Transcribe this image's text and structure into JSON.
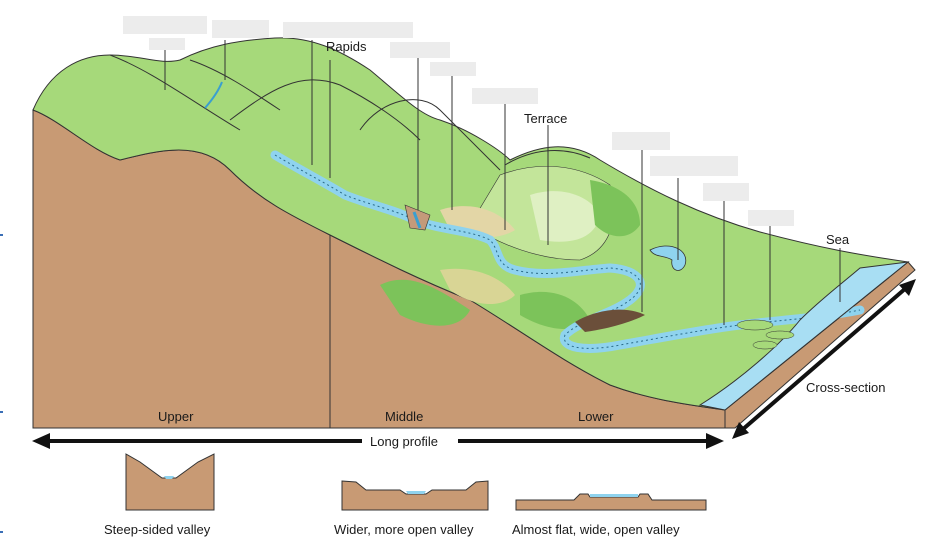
{
  "labels": {
    "rapids": "Rapids",
    "terrace": "Terrace",
    "sea": "Sea",
    "cross_section": "Cross-section",
    "long_profile": "Long profile"
  },
  "stages": {
    "upper": "Upper",
    "middle": "Middle",
    "lower": "Lower"
  },
  "valleys": {
    "upper": "Steep-sided valley",
    "middle": "Wider, more open valley",
    "lower": "Almost flat, wide, open valley"
  },
  "colors": {
    "land_green": "#a6d97a",
    "light_green": "#c3e59a",
    "dark_green": "#7cc35a",
    "soil": "#c89a74",
    "water": "#8fd3ee",
    "sea": "#a8def3"
  }
}
